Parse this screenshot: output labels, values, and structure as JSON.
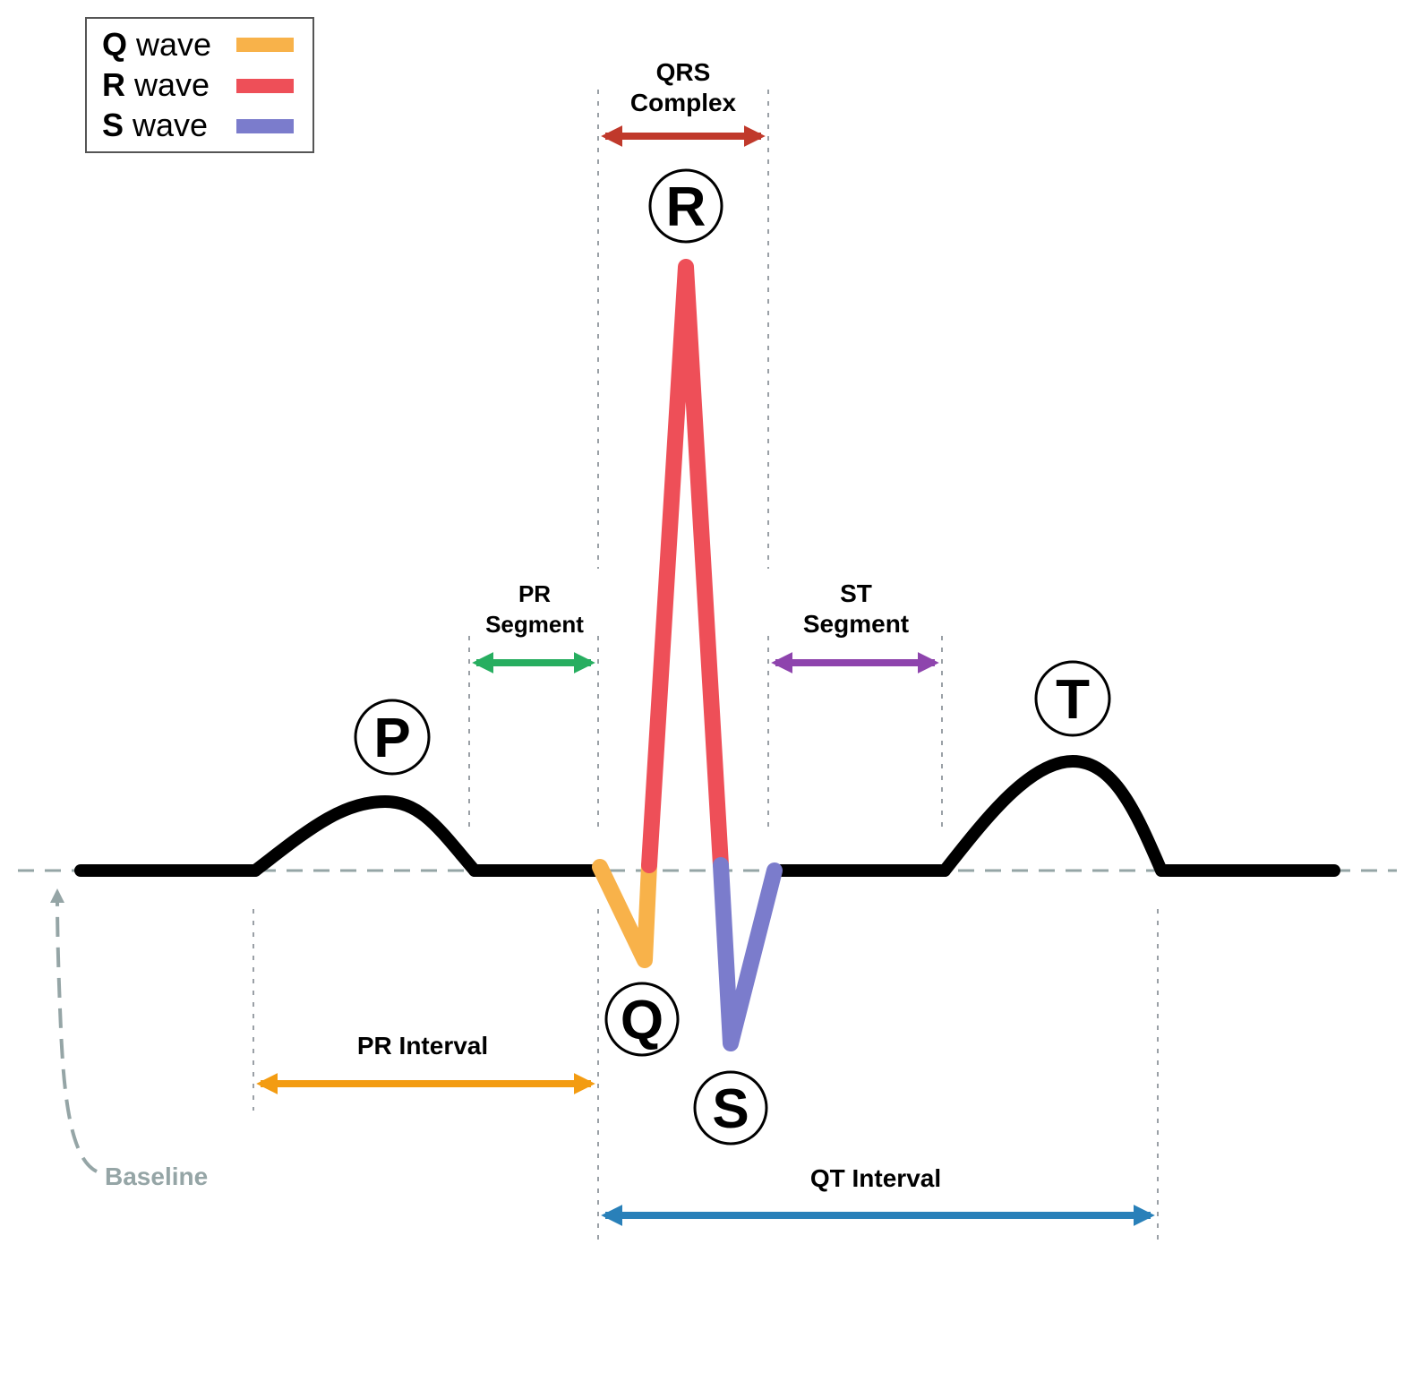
{
  "legend": {
    "items": [
      {
        "letter": "Q",
        "text": " wave",
        "color": "#f8b24a"
      },
      {
        "letter": "R",
        "text": " wave",
        "color": "#ee4f58"
      },
      {
        "letter": "S",
        "text": " wave",
        "color": "#7b7ccc"
      }
    ]
  },
  "waves": {
    "p": "P",
    "q": "Q",
    "r": "R",
    "s": "S",
    "t": "T"
  },
  "labels": {
    "qrs_complex_line1": "QRS",
    "qrs_complex_line2": "Complex",
    "pr_segment_line1": "PR",
    "pr_segment_line2": "Segment",
    "st_segment_line1": "ST",
    "st_segment_line2": "Segment",
    "pr_interval": "PR Interval",
    "qt_interval": "QT Interval",
    "baseline": "Baseline"
  },
  "colors": {
    "trace": "#000000",
    "qrs_arrow": "#c0392b",
    "pr_segment_arrow": "#27ae60",
    "st_segment_arrow": "#8e44ad",
    "pr_interval_arrow": "#f39c12",
    "qt_interval_arrow": "#2980b9",
    "baseline": "#95a5a6"
  }
}
